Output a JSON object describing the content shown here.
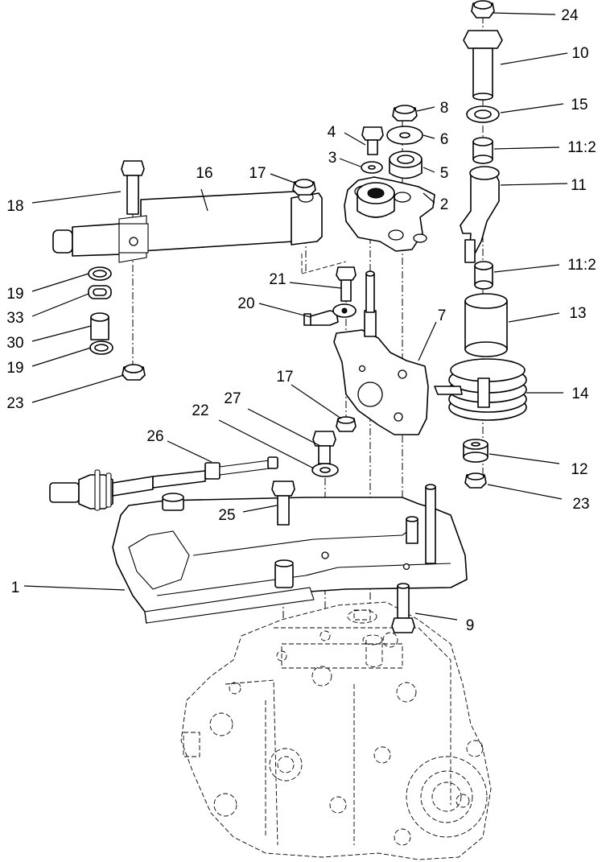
{
  "labels": [
    {
      "id": "24",
      "text": "24"
    },
    {
      "id": "10",
      "text": "10"
    },
    {
      "id": "15",
      "text": "15"
    },
    {
      "id": "11_2a",
      "text": "11:2"
    },
    {
      "id": "8",
      "text": "8"
    },
    {
      "id": "6",
      "text": "6"
    },
    {
      "id": "4",
      "text": "4"
    },
    {
      "id": "3",
      "text": "3"
    },
    {
      "id": "5",
      "text": "5"
    },
    {
      "id": "2",
      "text": "2"
    },
    {
      "id": "11",
      "text": "11"
    },
    {
      "id": "16",
      "text": "16"
    },
    {
      "id": "17a",
      "text": "17"
    },
    {
      "id": "18",
      "text": "18"
    },
    {
      "id": "11_2b",
      "text": "11:2"
    },
    {
      "id": "21",
      "text": "21"
    },
    {
      "id": "20",
      "text": "20"
    },
    {
      "id": "7",
      "text": "7"
    },
    {
      "id": "13",
      "text": "13"
    },
    {
      "id": "19a",
      "text": "19"
    },
    {
      "id": "33",
      "text": "33"
    },
    {
      "id": "30",
      "text": "30"
    },
    {
      "id": "19b",
      "text": "19"
    },
    {
      "id": "14",
      "text": "14"
    },
    {
      "id": "23a",
      "text": "23"
    },
    {
      "id": "17b",
      "text": "17"
    },
    {
      "id": "27",
      "text": "27"
    },
    {
      "id": "22",
      "text": "22"
    },
    {
      "id": "26",
      "text": "26"
    },
    {
      "id": "12",
      "text": "12"
    },
    {
      "id": "23b",
      "text": "23"
    },
    {
      "id": "25",
      "text": "25"
    },
    {
      "id": "1",
      "text": "1"
    },
    {
      "id": "9",
      "text": "9"
    }
  ]
}
